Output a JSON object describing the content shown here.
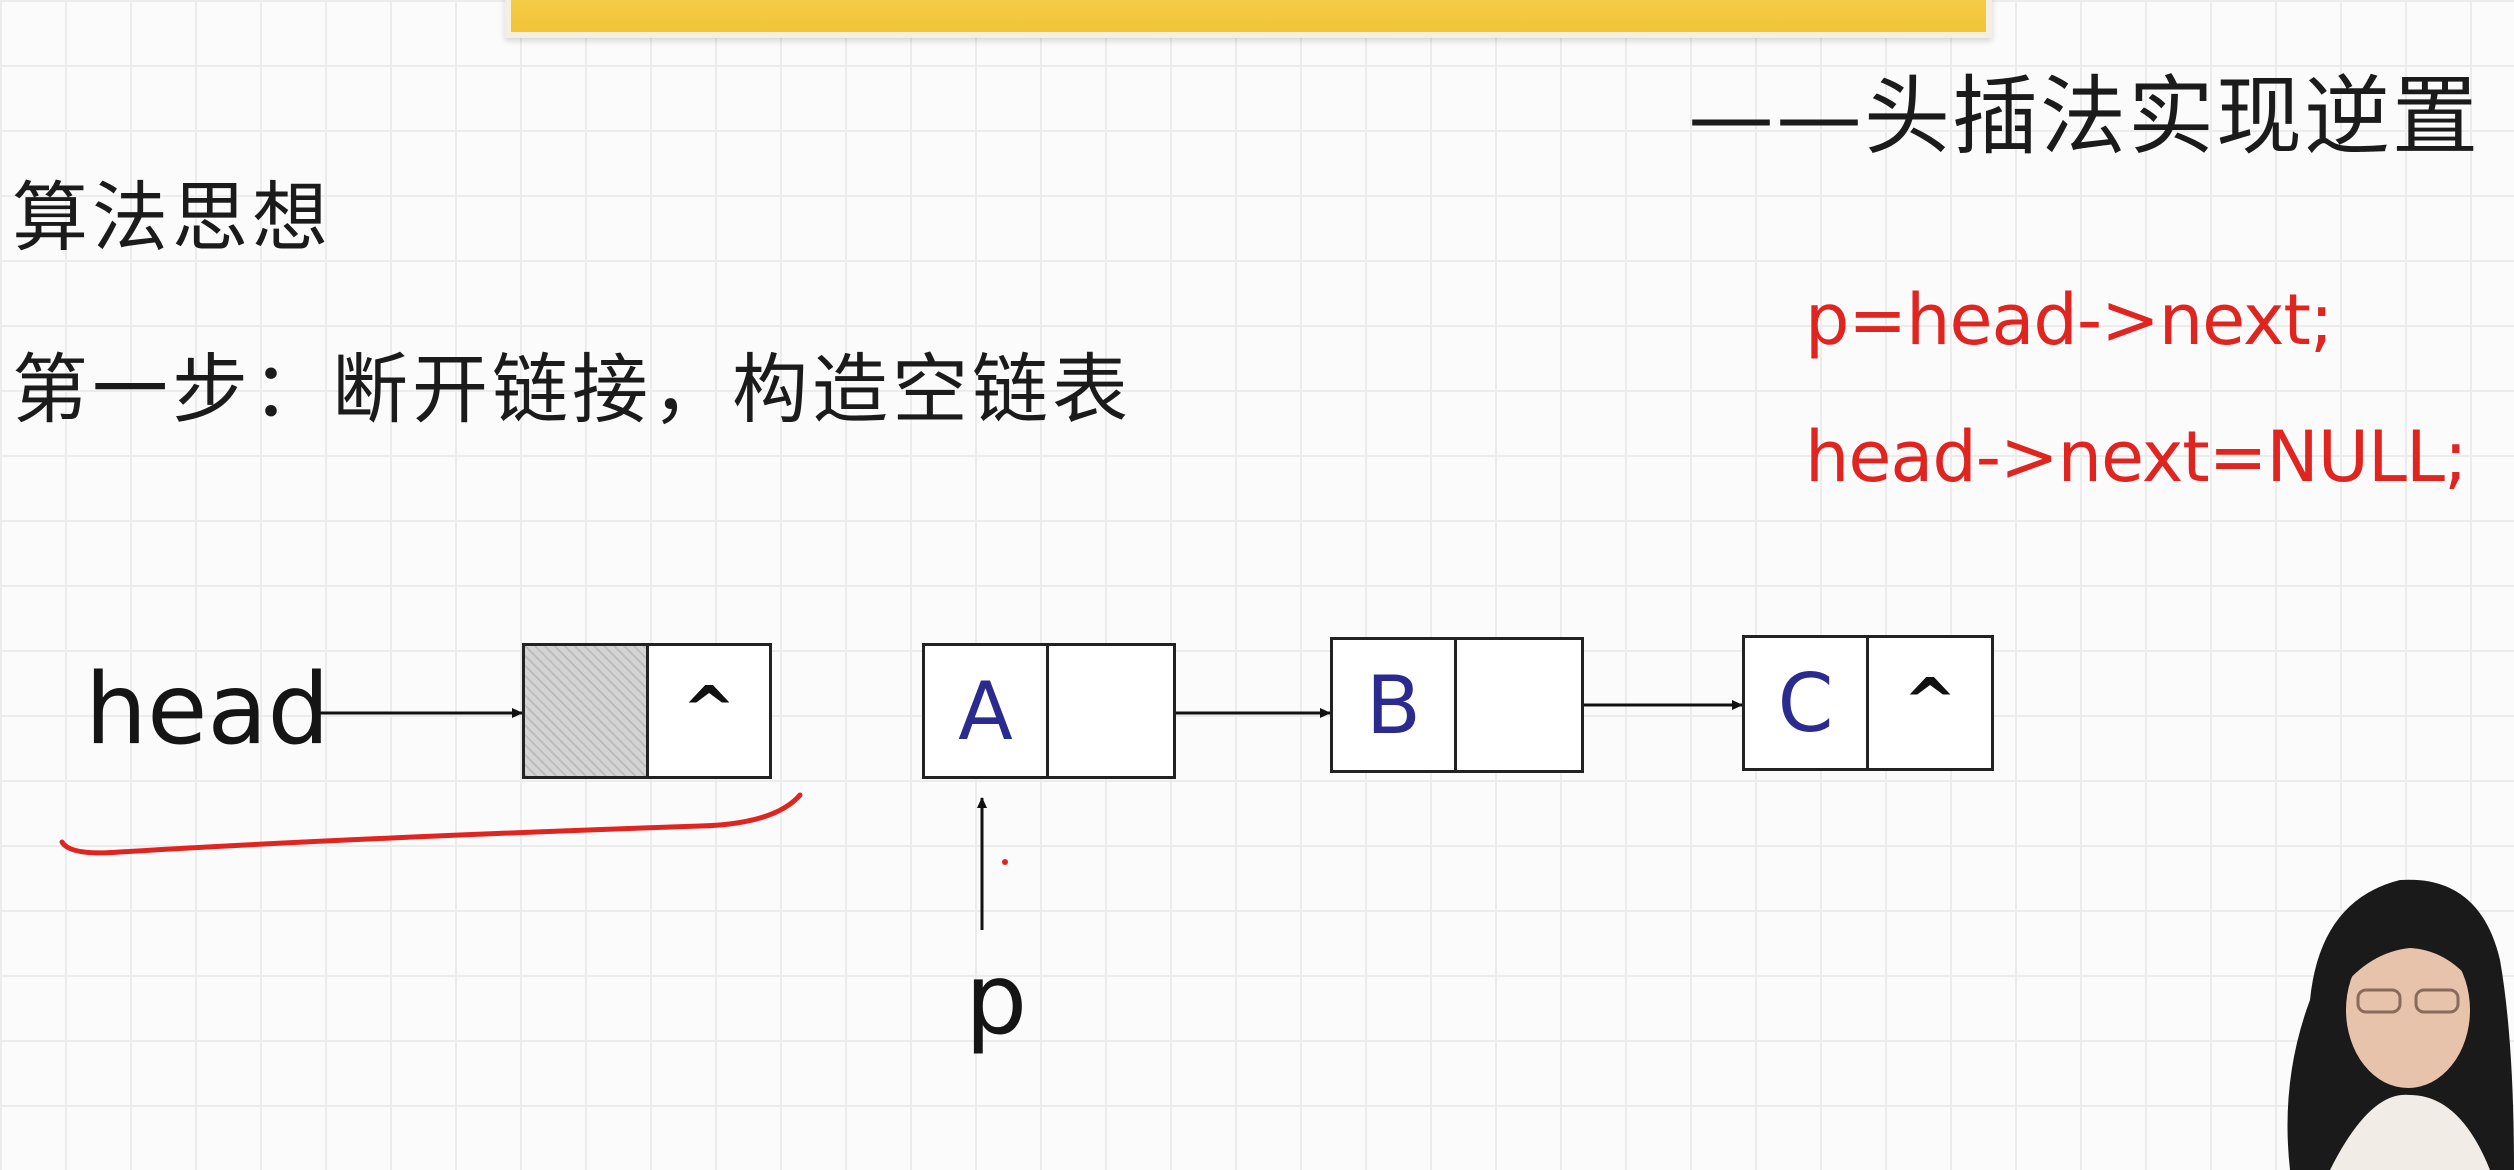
{
  "subtitle": "——头插法实现逆置",
  "heading": "算法思想",
  "step": "第一步：断开链接，构造空链表",
  "code": [
    "p=head->next;",
    "head->next=NULL;"
  ],
  "diagram": {
    "head_label": "head",
    "pointer_label": "p",
    "null_symbol": "^",
    "nodes": [
      {
        "data": "A"
      },
      {
        "data": "B"
      },
      {
        "data": "C"
      }
    ]
  },
  "colors": {
    "banner": "#f2c436",
    "annotation_red": "#e0241f",
    "node_letter": "#2b2b8f"
  }
}
